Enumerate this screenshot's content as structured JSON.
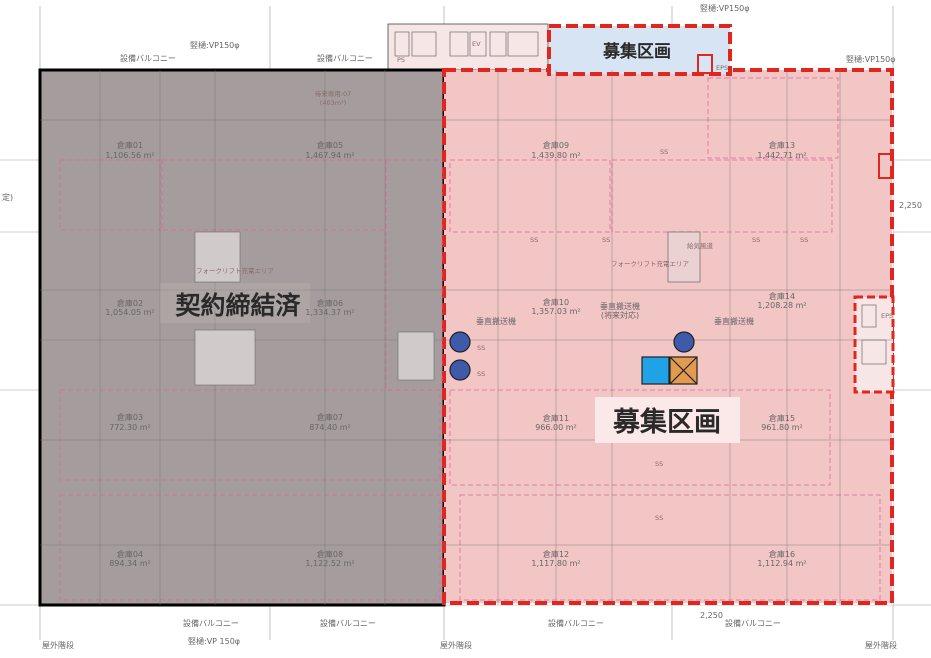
{
  "overlay": {
    "contracted_label": "契約締結済",
    "recruit_label_main": "募集区画",
    "recruit_label_top": "募集区画"
  },
  "utilities": {
    "pipe_label": "竪樋:VP150φ",
    "pipe_label_bottom": "竪樋:VP 150φ",
    "balcony_label": "設備バルコニー",
    "ext_stair_label": "屋外階段",
    "edge_note": "定)",
    "dim_right_top": "2,250",
    "dim_bottom": "2,250",
    "top_pipe_label": "竪樋:VP150φ"
  },
  "warehouses": [
    {
      "id": "w01",
      "name": "倉庫01",
      "area": "1,106.56 m²"
    },
    {
      "id": "w05",
      "name": "倉庫05",
      "area": "1,467.94 m²"
    },
    {
      "id": "w02",
      "name": "倉庫02",
      "area": "1,054.05 m²"
    },
    {
      "id": "w06",
      "name": "倉庫06",
      "area": "1,334.37 m²"
    },
    {
      "id": "w03",
      "name": "倉庫03",
      "area": "772.30 m²"
    },
    {
      "id": "w07",
      "name": "倉庫07",
      "area": "874.40 m²"
    },
    {
      "id": "w04",
      "name": "倉庫04",
      "area": "894.34 m²"
    },
    {
      "id": "w08",
      "name": "倉庫08",
      "area": "1,122.52 m²"
    },
    {
      "id": "w09",
      "name": "倉庫09",
      "area": "1,439.80 m²"
    },
    {
      "id": "w13",
      "name": "倉庫13",
      "area": "1,442.71 m²"
    },
    {
      "id": "w10",
      "name": "倉庫10",
      "area": "1,357.03 m²"
    },
    {
      "id": "w14",
      "name": "倉庫14",
      "area": "1,208.28 m²"
    },
    {
      "id": "w11",
      "name": "倉庫11",
      "area": "966.00 m²"
    },
    {
      "id": "w15",
      "name": "倉庫15",
      "area": "961.80 m²"
    },
    {
      "id": "w12",
      "name": "倉庫12",
      "area": "1,117.80 m²"
    },
    {
      "id": "w16",
      "name": "倉庫16",
      "area": "1,112.94 m²"
    }
  ],
  "labels": {
    "vertical_conveyor": "垂直搬送機",
    "vertical_conveyor_future": "垂直搬送機",
    "future_note": "(将来対応)",
    "forklift_charge": "フォークリフト充電エリア",
    "forklift_charge_left": "フォークリフト充電エリア",
    "shared_space": "待来専用:07",
    "shared_area": "(403m²)",
    "supply_exhaust": "給気風道",
    "ss": "SS",
    "eps": "EPS",
    "ps": "PS",
    "ev": "EV"
  }
}
